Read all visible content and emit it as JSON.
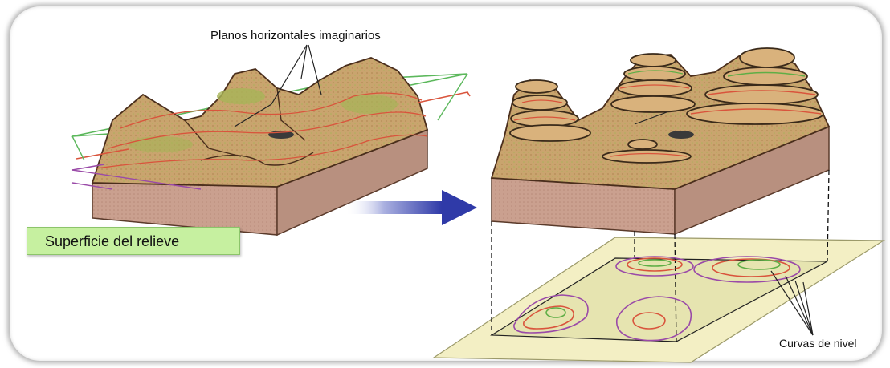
{
  "labels": {
    "planes": "Planos horizontales imaginarios",
    "surface": "Superficie del relieve",
    "contours": "Curvas de nivel"
  },
  "colors": {
    "terrain": "#c9a46e",
    "terrain_green": "#9aa84a",
    "block_side": "#c9a08e",
    "contour_red": "#d9543c",
    "contour_purple": "#9a4aa8",
    "contour_green": "#5fae46",
    "plane_green": "#5cb85c",
    "map_sheet": "#f3efc4",
    "arrow": "#3a48b8",
    "surface_box": "#c6f0a0"
  }
}
